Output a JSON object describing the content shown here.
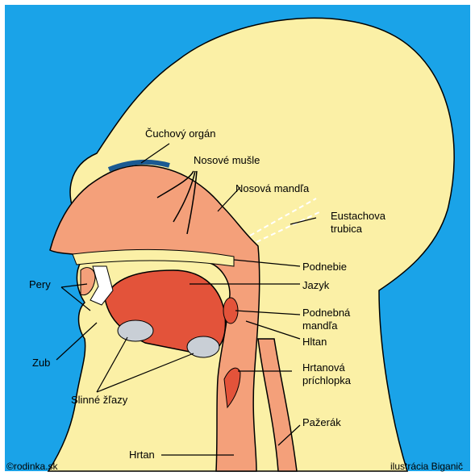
{
  "colors": {
    "background": "#1aa3e8",
    "skin": "#fbf0a6",
    "cavity": "#f4a07a",
    "tongue": "#e3533a",
    "gland": "#c9cfd6",
    "olfactory": "#1b5a92",
    "line": "#000000"
  },
  "labels": {
    "cuchovy_organ": "Čuchový orgán",
    "nosove_musle": "Nosové mušle",
    "nosova_mandla": "Nosová mandľa",
    "eustachova_1": "Eustachova",
    "eustachova_2": "trubica",
    "podnebie": "Podnebie",
    "jazyk": "Jazyk",
    "podnebna_1": "Podnebná",
    "podnebna_2": "mandľa",
    "hltan": "Hltan",
    "hrtanova_1": "Hrtanová",
    "hrtanova_2": "príchlopka",
    "pazerak": "Pažerák",
    "hrtan": "Hrtan",
    "pery": "Pery",
    "zub": "Zub",
    "slinne_zlazy": "Slinné žľazy"
  },
  "credits": {
    "left": "©rodinka.sk",
    "right": "ilustrácia Biganič"
  }
}
